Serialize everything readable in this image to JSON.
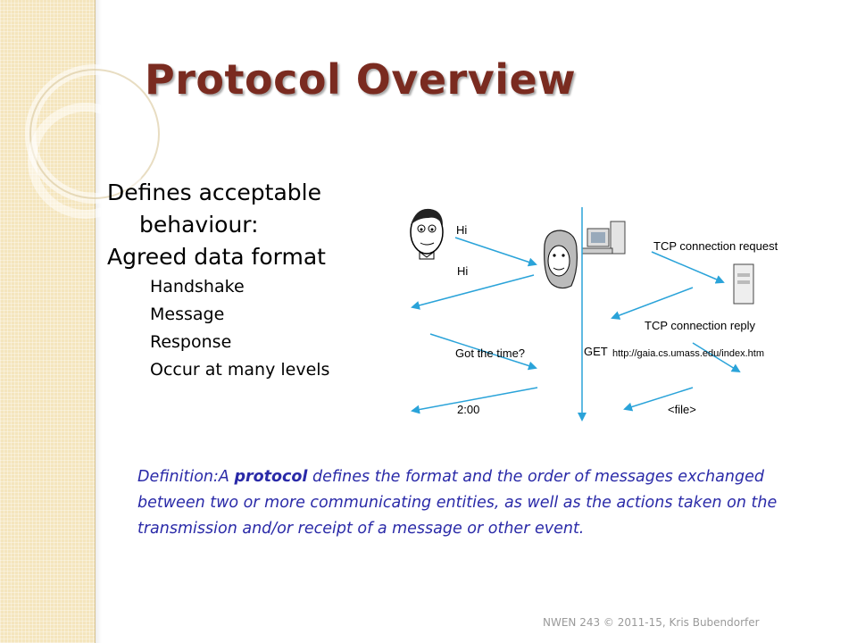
{
  "slide": {
    "title": "Protocol Overview",
    "bullets": [
      "Defines acceptable",
      "behaviour:",
      "Agreed data format"
    ],
    "sub_bullets": [
      "Handshake",
      "Message",
      "Response",
      "Occur at many levels"
    ],
    "definition": {
      "prefix": "Definition:A ",
      "term": "protocol",
      "rest": " defines the format and the order of messages exchanged between two or more communicating entities, as well as the actions taken on the transmission and/or receipt of a message or other event."
    },
    "footer": "NWEN 243 © 2011-15, Kris Bubendorfer"
  },
  "diagram": {
    "human": [
      "Hi",
      "Hi",
      "Got the time?",
      "2:00"
    ],
    "network": [
      "TCP connection request",
      "TCP connection reply",
      "GET",
      "http://gaia.cs.umass.edu/index.htm",
      "<file>"
    ]
  },
  "colors": {
    "title": "#7a2b20",
    "definition": "#2a2aa8",
    "arrow": "#2aa3d9",
    "band": "#f4e5bd"
  }
}
